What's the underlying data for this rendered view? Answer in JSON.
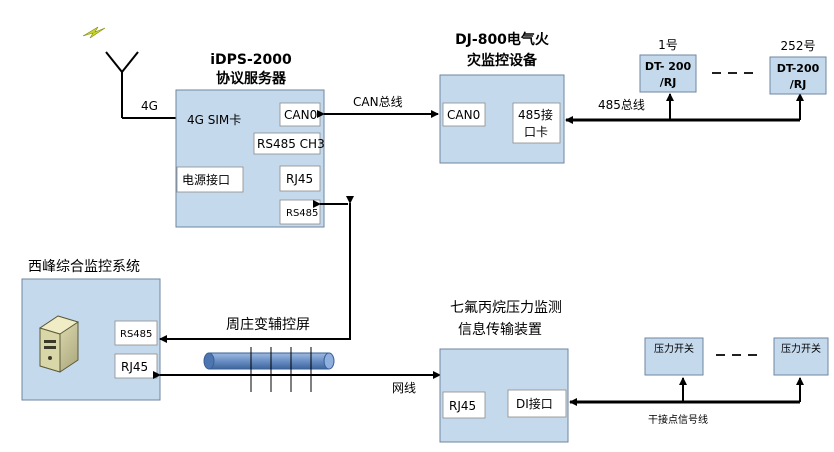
{
  "antenna": {
    "link_label": "4G"
  },
  "idps": {
    "title_line1": "iDPS-2000",
    "title_line2": "协议服务器",
    "sim": "4G SIM卡",
    "can": "CAN0",
    "rs485_ch3": "RS485 CH3",
    "power": "电源接口",
    "rj45": "RJ45",
    "rs485": "RS485"
  },
  "dj800": {
    "title_line1": "DJ-800电气火",
    "title_line2": "灾监控设备",
    "can": "CAN0",
    "card_line1": "485接",
    "card_line2": "口卡"
  },
  "can_bus_label": "CAN总线",
  "bus485_label": "485总线",
  "dt_first": {
    "number": "1号",
    "line1": "DT- 200",
    "line2": "/RJ"
  },
  "dt_last": {
    "number": "252号",
    "line1": "DT-200",
    "line2": "/RJ"
  },
  "xifeng": {
    "title": "西峰综合监控系统",
    "rs485": "RS485",
    "rj45": "RJ45"
  },
  "screen_label": "周庄变辅控屏",
  "network_label": "网线",
  "c3f7": {
    "title_line1": "七氟丙烷压力监测",
    "title_line2": "信息传输装置",
    "rj45": "RJ45",
    "di": "DI接口"
  },
  "switch_first": "压力开关",
  "switch_last": "压力开关",
  "dry_contact_label": "干接点信号线",
  "colors": {
    "box_fill": "#c5d9ec",
    "pipe": "#6a8fc4",
    "lightning": "#c9d62a"
  },
  "icons": {
    "antenna": "antenna-icon",
    "lightning": "lightning-icon",
    "computer": "server-tower-icon"
  }
}
